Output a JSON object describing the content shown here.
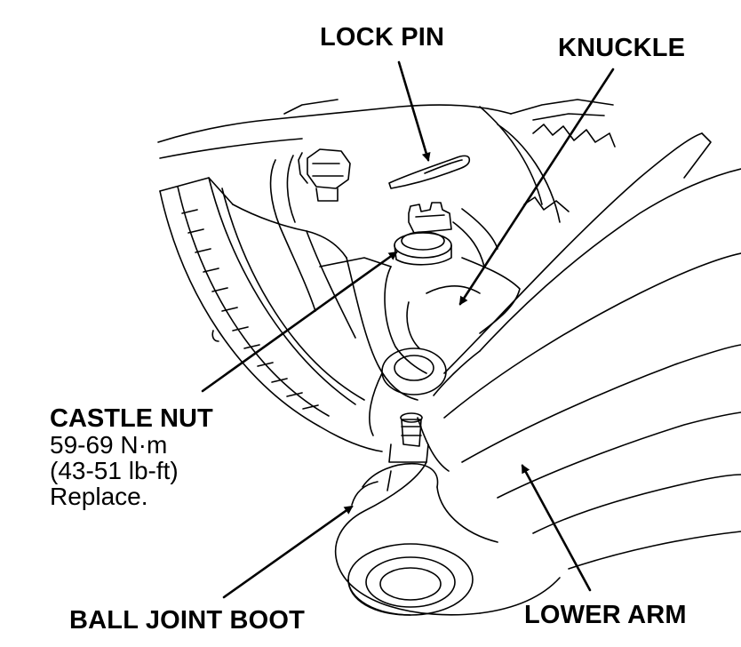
{
  "labels": {
    "lock_pin": "LOCK PIN",
    "knuckle": "KNUCKLE",
    "castle_nut": {
      "title": "CASTLE NUT",
      "torque_nm": "59-69 N·m",
      "torque_lbft": "(43-51 lb-ft)",
      "note": "Replace."
    },
    "ball_joint_boot": "BALL JOINT BOOT",
    "lower_arm": "LOWER ARM"
  },
  "colors": {
    "ink": "#000000",
    "paper": "#ffffff"
  }
}
